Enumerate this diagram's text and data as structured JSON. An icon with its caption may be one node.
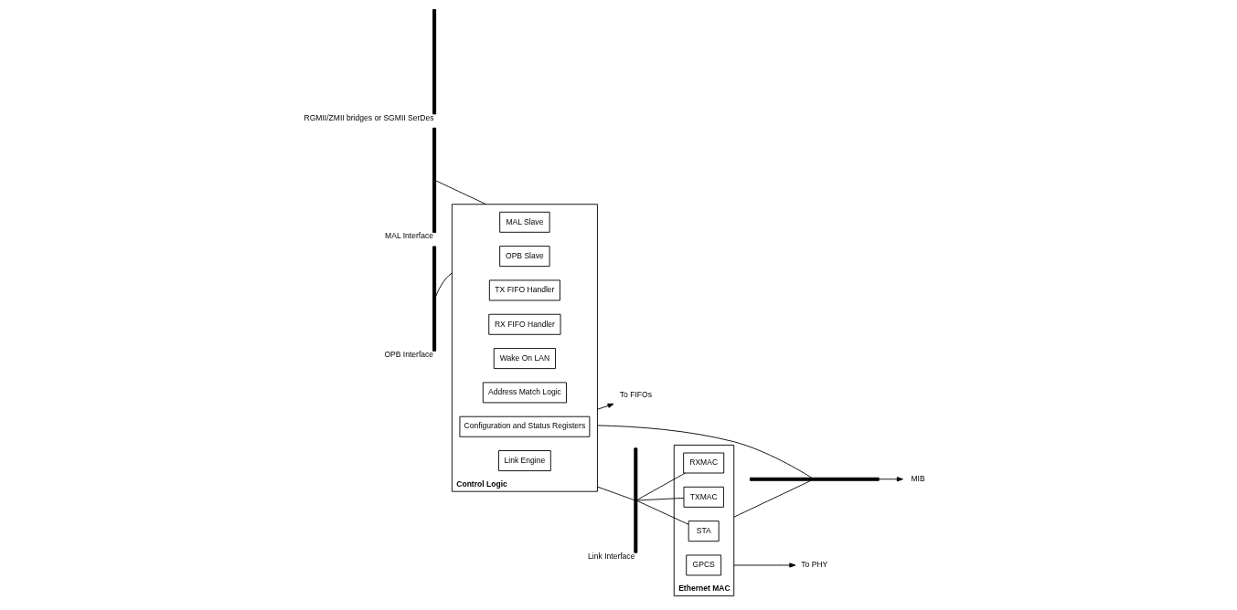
{
  "diagram": {
    "nodes": [
      {
        "text": [],
        "shape": "bar",
        "beside": [
          "MAL Interface"
        ]
      },
      {
        "text": [],
        "shape": "bar",
        "beside": [
          "OPB Interface"
        ]
      },
      {
        "text": [
          "Control Logic"
        ]
      },
      {
        "text": [
          "MAL Slave"
        ],
        "in": 2
      },
      {
        "text": [
          "OPB Slave"
        ],
        "in": 2
      },
      {
        "text": [
          "TX FIFO Handler"
        ],
        "in": 2
      },
      {
        "text": [
          "RX FIFO Handler"
        ],
        "in": 2
      },
      {
        "text": [
          "Wake On LAN"
        ],
        "in": 2
      },
      {
        "text": [
          "Address Match Logic"
        ],
        "in": 2
      },
      {
        "text": [
          "Configuration and Status Registers"
        ],
        "in": 2
      },
      {
        "text": [
          "Link Engine"
        ],
        "in": 2
      },
      {
        "text": [],
        "shape": "bar",
        "beside": [
          "Link Interface"
        ]
      },
      {
        "text": [
          "Ethernet MAC"
        ]
      },
      {
        "text": [
          "RXMAC"
        ],
        "in": 12
      },
      {
        "text": [
          "TXMAC"
        ],
        "in": 12
      },
      {
        "text": [
          "STA"
        ],
        "in": 12
      },
      {
        "text": [
          "GPCS"
        ],
        "in": 12
      },
      {
        "text": [],
        "shape": "bar",
        "beside": [
          "RGMII/ZMII bridges or SGMII SerDes"
        ]
      },
      {
        "text": [
          "To PHY"
        ]
      },
      {
        "text": [
          "To FIFOs"
        ]
      },
      {
        "text": [],
        "shape": "bar"
      },
      {
        "text": [
          "MIB"
        ]
      }
    ],
    "edges": [
      {
        "from": 0,
        "to": 2,
        "arrow": "none"
      },
      {
        "from": 1,
        "to": 2,
        "arrow": "none"
      },
      {
        "from": 2,
        "to": 11,
        "arrow": "none"
      },
      {
        "from": 11,
        "to": 13,
        "arrow": "none"
      },
      {
        "from": 11,
        "to": 14,
        "arrow": "none"
      },
      {
        "from": 11,
        "to": 15,
        "arrow": "none"
      },
      {
        "from": 12,
        "to": 18,
        "arrow": "to"
      },
      {
        "from": 2,
        "to": 19,
        "arrow": "to"
      },
      {
        "from": 2,
        "to": 20,
        "arrow": "none"
      },
      {
        "from": 12,
        "to": 20,
        "arrow": "none"
      },
      {
        "from": 20,
        "to": 21,
        "arrow": "to"
      }
    ]
  }
}
